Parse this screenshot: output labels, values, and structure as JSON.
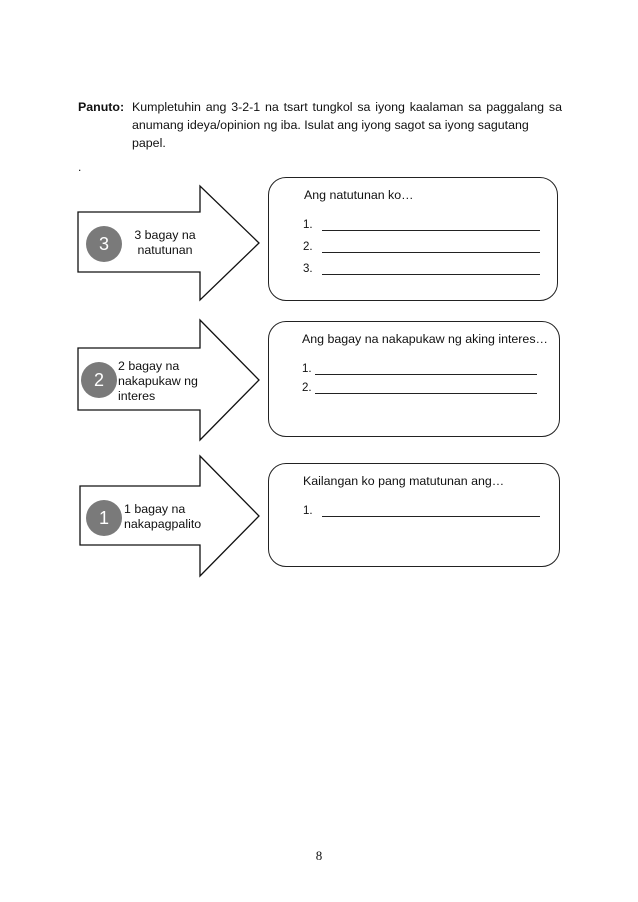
{
  "instructions": {
    "label": "Panuto:",
    "line1": "Kumpletuhin ang 3-2-1 na tsart tungkol sa iyong kaalaman sa paggalang sa",
    "line2": "anumang ideya/opinion ng iba. Isulat ang iyong sagot sa iyong sagutang papel."
  },
  "stray_mark": ".",
  "rows": [
    {
      "number": "3",
      "arrow_line1": "3 bagay na",
      "arrow_line2": "natutunan",
      "box_title": "Ang natutunan ko…",
      "items": [
        "1.",
        "2.",
        "3."
      ]
    },
    {
      "number": "2",
      "arrow_line1": "2 bagay na",
      "arrow_line2": "nakapukaw ng",
      "arrow_line3": "interes",
      "box_title": "Ang bagay na nakapukaw ng aking interes…",
      "items": [
        "1.",
        "2."
      ]
    },
    {
      "number": "1",
      "arrow_line1": "1 bagay na",
      "arrow_line2": "nakapagpalito",
      "box_title": "Kailangan ko pang matutunan ang…",
      "items": [
        "1."
      ]
    }
  ],
  "page_number": "8"
}
